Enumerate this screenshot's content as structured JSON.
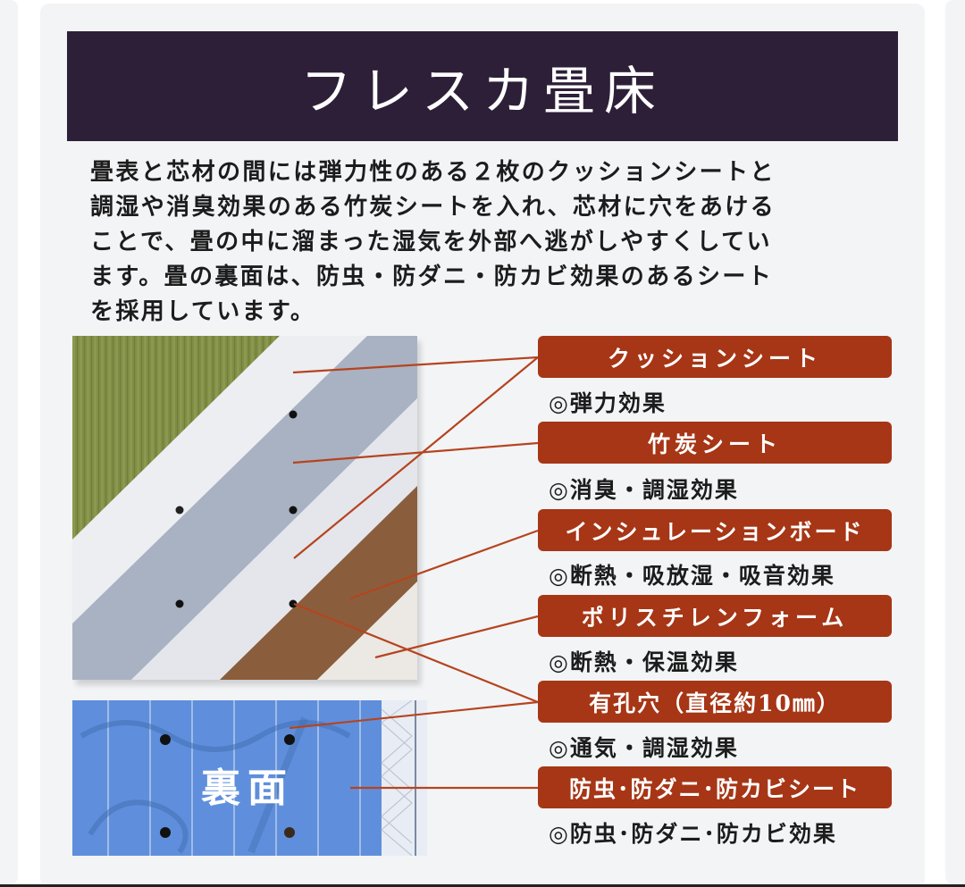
{
  "header": {
    "title": "フレスカ畳床"
  },
  "description": {
    "lines": [
      "畳表と芯材の間には弾力性のある２枚のクッションシートと",
      "調湿や消臭効果のある竹炭シートを入れ、芯材に穴をあける",
      "ことで、畳の中に溜まった湿気を外部へ逃がしやすくしてい",
      "ます。畳の裏面は、防虫・防ダニ・防カビ効果のあるシート",
      "を採用しています。"
    ]
  },
  "photos": {
    "top": {
      "description": "tatami cross-section layers"
    },
    "back": {
      "label": "裏面"
    }
  },
  "layers": [
    {
      "name": "クッションシート",
      "effect": "◎弾力効果"
    },
    {
      "name": "竹炭シート",
      "effect": "◎消臭・調湿効果"
    },
    {
      "name": "インシュレーションボード",
      "effect": "◎断熱・吸放湿・吸音効果"
    },
    {
      "name": "ポリスチレンフォーム",
      "effect": "◎断熱・保温効果"
    },
    {
      "name": "有孔穴（直径約10㎜）",
      "effect": "◎通気・調湿効果"
    },
    {
      "name": "防虫･防ダニ･防カビシート",
      "effect": "◎防虫･防ダニ･防カビ効果"
    }
  ],
  "colors": {
    "header_bg": "#2e1f38",
    "label_bg": "#a63616",
    "leader_line": "#b5441f",
    "card_bg": "#f3f4f6"
  }
}
